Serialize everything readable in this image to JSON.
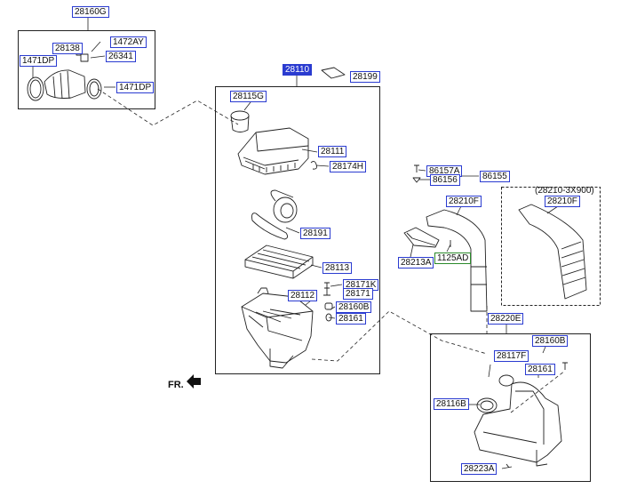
{
  "labels": {
    "l28160G": "28160G",
    "l28138": "28138",
    "l1472AY": "1472AY",
    "l1471DP_a": "1471DP",
    "l26341": "26341",
    "l1471DP_b": "1471DP",
    "l28110": "28110",
    "l28199": "28199",
    "l28115G": "28115G",
    "l28111": "28111",
    "l28174H": "28174H",
    "l28191": "28191",
    "l28113": "28113",
    "l28171K": "28171K",
    "l28112": "28112",
    "l28171": "28171",
    "l28160B_a": "28160B",
    "l28161_a": "28161",
    "l86157A": "86157A",
    "l86155": "86155",
    "l86156": "86156",
    "l28210F_a": "28210F",
    "l28210F_b": "28210F",
    "l28213A": "28213A",
    "l1125AD": "1125AD",
    "l28220E": "28220E",
    "l28160B_b": "28160B",
    "l28117F": "28117F",
    "l28161_b": "28161",
    "l28116B": "28116B",
    "l28223A": "28223A"
  },
  "notes": {
    "variant": "(28210-3X900)",
    "front": "FR."
  },
  "colors": {
    "label_border": "#2a3bd0",
    "selected_fill": "#2a3bd0",
    "green_border": "#2a8a2a",
    "line": "#222222"
  },
  "icons": {
    "front_arrow": "front-arrow-icon"
  }
}
